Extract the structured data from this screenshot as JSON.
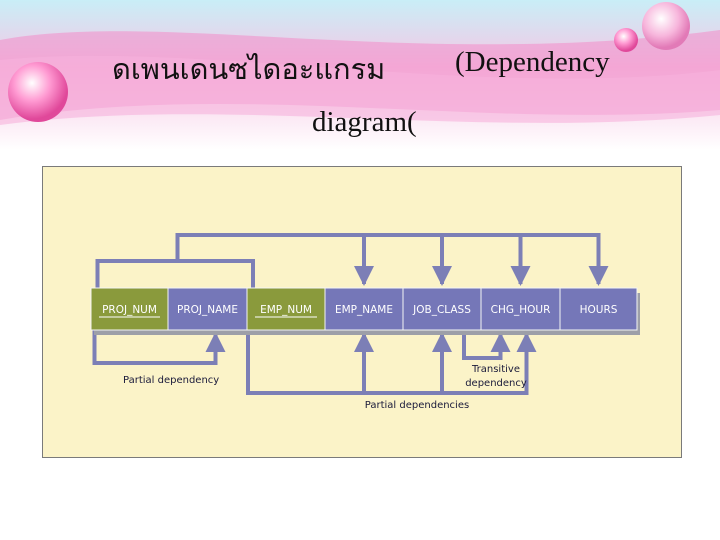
{
  "slide": {
    "title_thai": "ดเพนเดนซไดอะแกรม",
    "title_paren": "(Dependency",
    "title_cont": "diagram("
  },
  "diagram": {
    "attributes": [
      {
        "label": "PROJ_NUM",
        "key": true
      },
      {
        "label": "PROJ_NAME",
        "key": false
      },
      {
        "label": "EMP_NUM",
        "key": true
      },
      {
        "label": "EMP_NAME",
        "key": false
      },
      {
        "label": "JOB_CLASS",
        "key": false
      },
      {
        "label": "CHG_HOUR",
        "key": false
      },
      {
        "label": "HOURS",
        "key": false
      }
    ],
    "captions": {
      "partial_dependency": "Partial dependency",
      "transitive_line1": "Transitive",
      "transitive_line2": "dependency",
      "partial_dependencies": "Partial dependencies"
    },
    "colors": {
      "key_cell": "#8a9a3c",
      "non_key_cell": "#7577b8",
      "arrow": "#7c7fb6",
      "panel_bg": "#fbf3c8"
    }
  }
}
